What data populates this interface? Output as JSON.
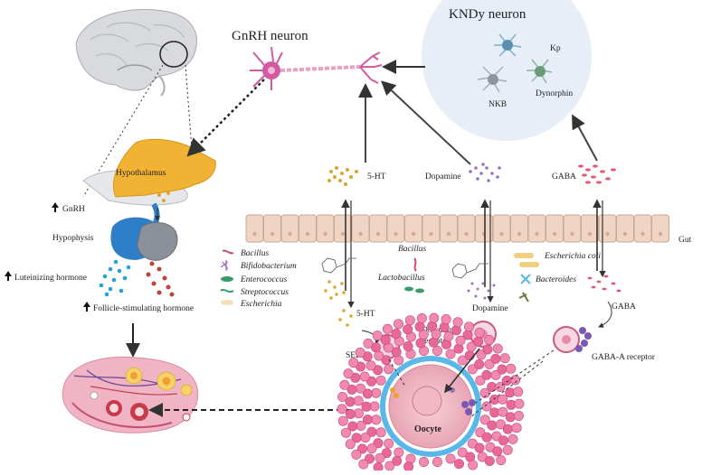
{
  "labels": {
    "gnrh_neuron": "GnRH neuron",
    "kndy_neuron": "KNDy neuron",
    "kp": "Kp",
    "nkb": "NKB",
    "dynorphin": "Dynorphin",
    "hypothalamus": "Hypothalamus",
    "gnrh_up": "GnRH",
    "hypophysis": "Hypophysis",
    "lh": "Luteinizing hormone",
    "fsh": "Follicle-stimulating hormone",
    "serotonin_top": "5-HT",
    "dopamine_top": "Dopamine",
    "gaba_top": "GABA",
    "gut": "Gut",
    "serotonin_bottom": "5-HT",
    "sert": "SERT",
    "dopamine_bottom": "Dopamine",
    "dopamine_receptor_line1": "Dopamine",
    "dopamine_receptor_line2": "receptor",
    "gaba_bottom": "GABA",
    "gaba_a_receptor": "GABA-A receptor",
    "oocyte": "Oocyte"
  },
  "bacteria": {
    "left": [
      "Bacillus",
      "Bifidobacterium",
      "Enterococcus",
      "Streptococcus",
      "Escherichia"
    ],
    "middle": [
      "Bacillus",
      "Lactobacillus"
    ],
    "right": [
      "Escherichia coli",
      "Bacteroides"
    ]
  },
  "colors": {
    "hypothalamus": "#f2b233",
    "pituitary": "#2f7fc8",
    "neuron": "#d25aa0",
    "kndy_bg": "#e8eef8",
    "gut_cell": "#f0d4c4",
    "serotonin": "#e0a330",
    "dopamine": "#a070c0",
    "gaba": "#e05a75",
    "oocyte_outer": "#e8689a",
    "zona": "#5ab8e8"
  },
  "icons": [
    "up-arrow-icon"
  ]
}
